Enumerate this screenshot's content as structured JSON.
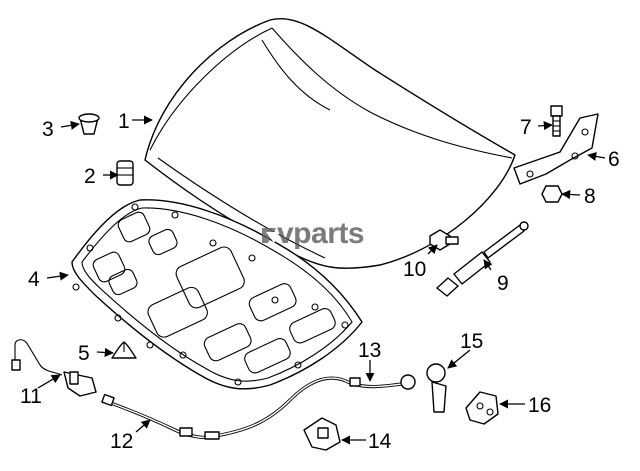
{
  "watermark": {
    "text": "vparts"
  },
  "callouts": [
    {
      "id": "1",
      "label": "1"
    },
    {
      "id": "2",
      "label": "2"
    },
    {
      "id": "3",
      "label": "3"
    },
    {
      "id": "4",
      "label": "4"
    },
    {
      "id": "5",
      "label": "5"
    },
    {
      "id": "6",
      "label": "6"
    },
    {
      "id": "7",
      "label": "7"
    },
    {
      "id": "8",
      "label": "8"
    },
    {
      "id": "9",
      "label": "9"
    },
    {
      "id": "10",
      "label": "10"
    },
    {
      "id": "11",
      "label": "11"
    },
    {
      "id": "12",
      "label": "12"
    },
    {
      "id": "13",
      "label": "13"
    },
    {
      "id": "14",
      "label": "14"
    },
    {
      "id": "15",
      "label": "15"
    },
    {
      "id": "16",
      "label": "16"
    }
  ]
}
